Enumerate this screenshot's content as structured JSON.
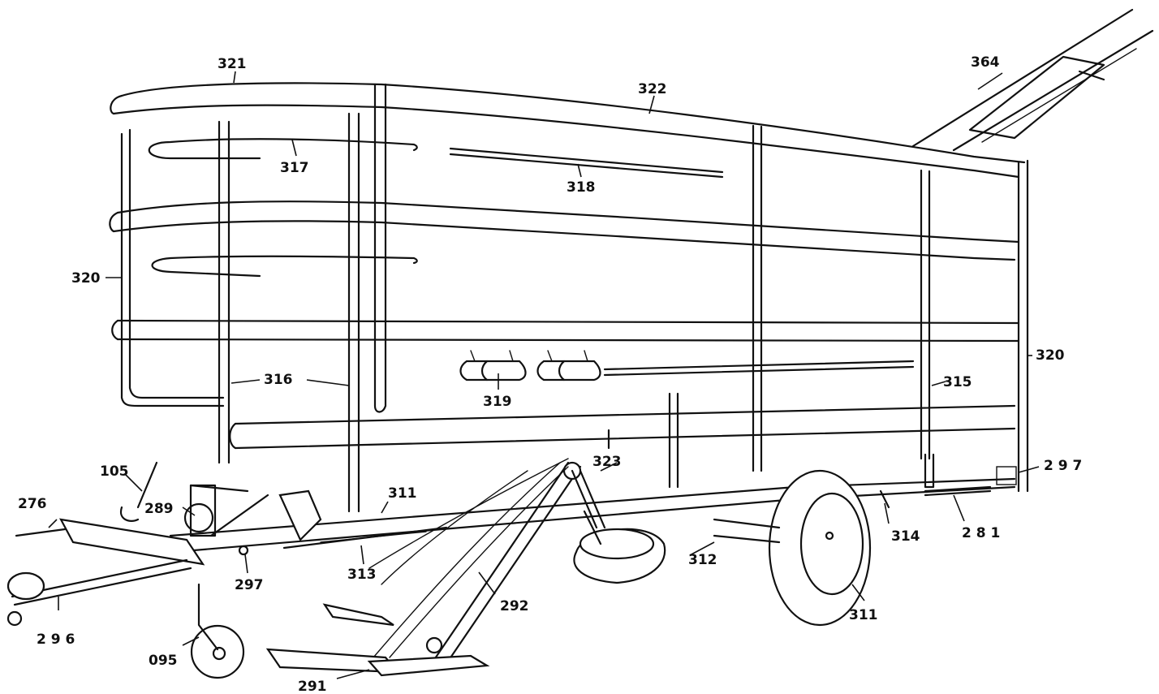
{
  "part_labels": {
    "p321": "321",
    "p322": "322",
    "p364": "364",
    "p317": "317",
    "p318": "318",
    "p320_left": "320",
    "p320_right": "320",
    "p316": "316",
    "p319": "319",
    "p315": "315",
    "p105": "105",
    "p323": "323",
    "p297_right": "2 9 7",
    "p276": "276",
    "p289": "289",
    "p311_frame": "311",
    "p314": "314",
    "p281": "2 8 1",
    "p312": "312",
    "p313": "313",
    "p297_hitch": "297",
    "p292": "292",
    "p296": "2 9 6",
    "p311_wheel": "311",
    "p095": "095",
    "p291": "291"
  }
}
